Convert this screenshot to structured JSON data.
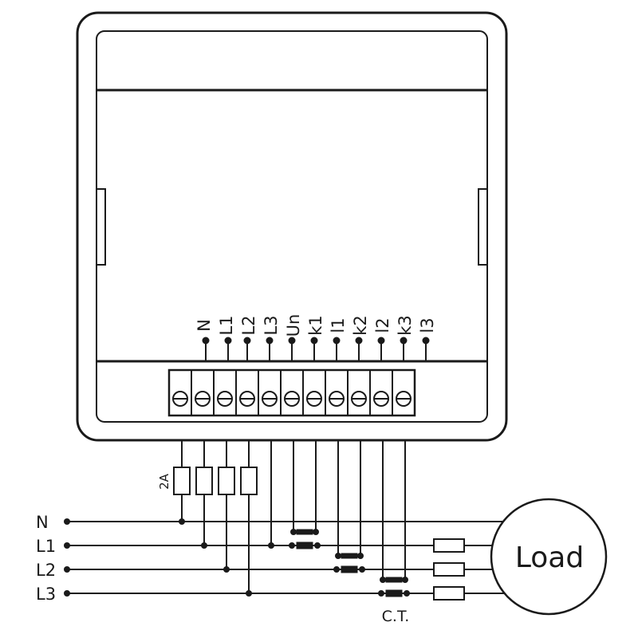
{
  "terminals": [
    "N",
    "L1",
    "L2",
    "L3",
    "Un",
    "k1",
    "l1",
    "k2",
    "l2",
    "k3",
    "l3"
  ],
  "fuse_label": "2A",
  "lines": [
    "N",
    "L1",
    "L2",
    "L3"
  ],
  "ct_label": "C.T.",
  "load_label": "Load",
  "colors": {
    "ink": "#1a1a1a",
    "background": "#ffffff"
  }
}
